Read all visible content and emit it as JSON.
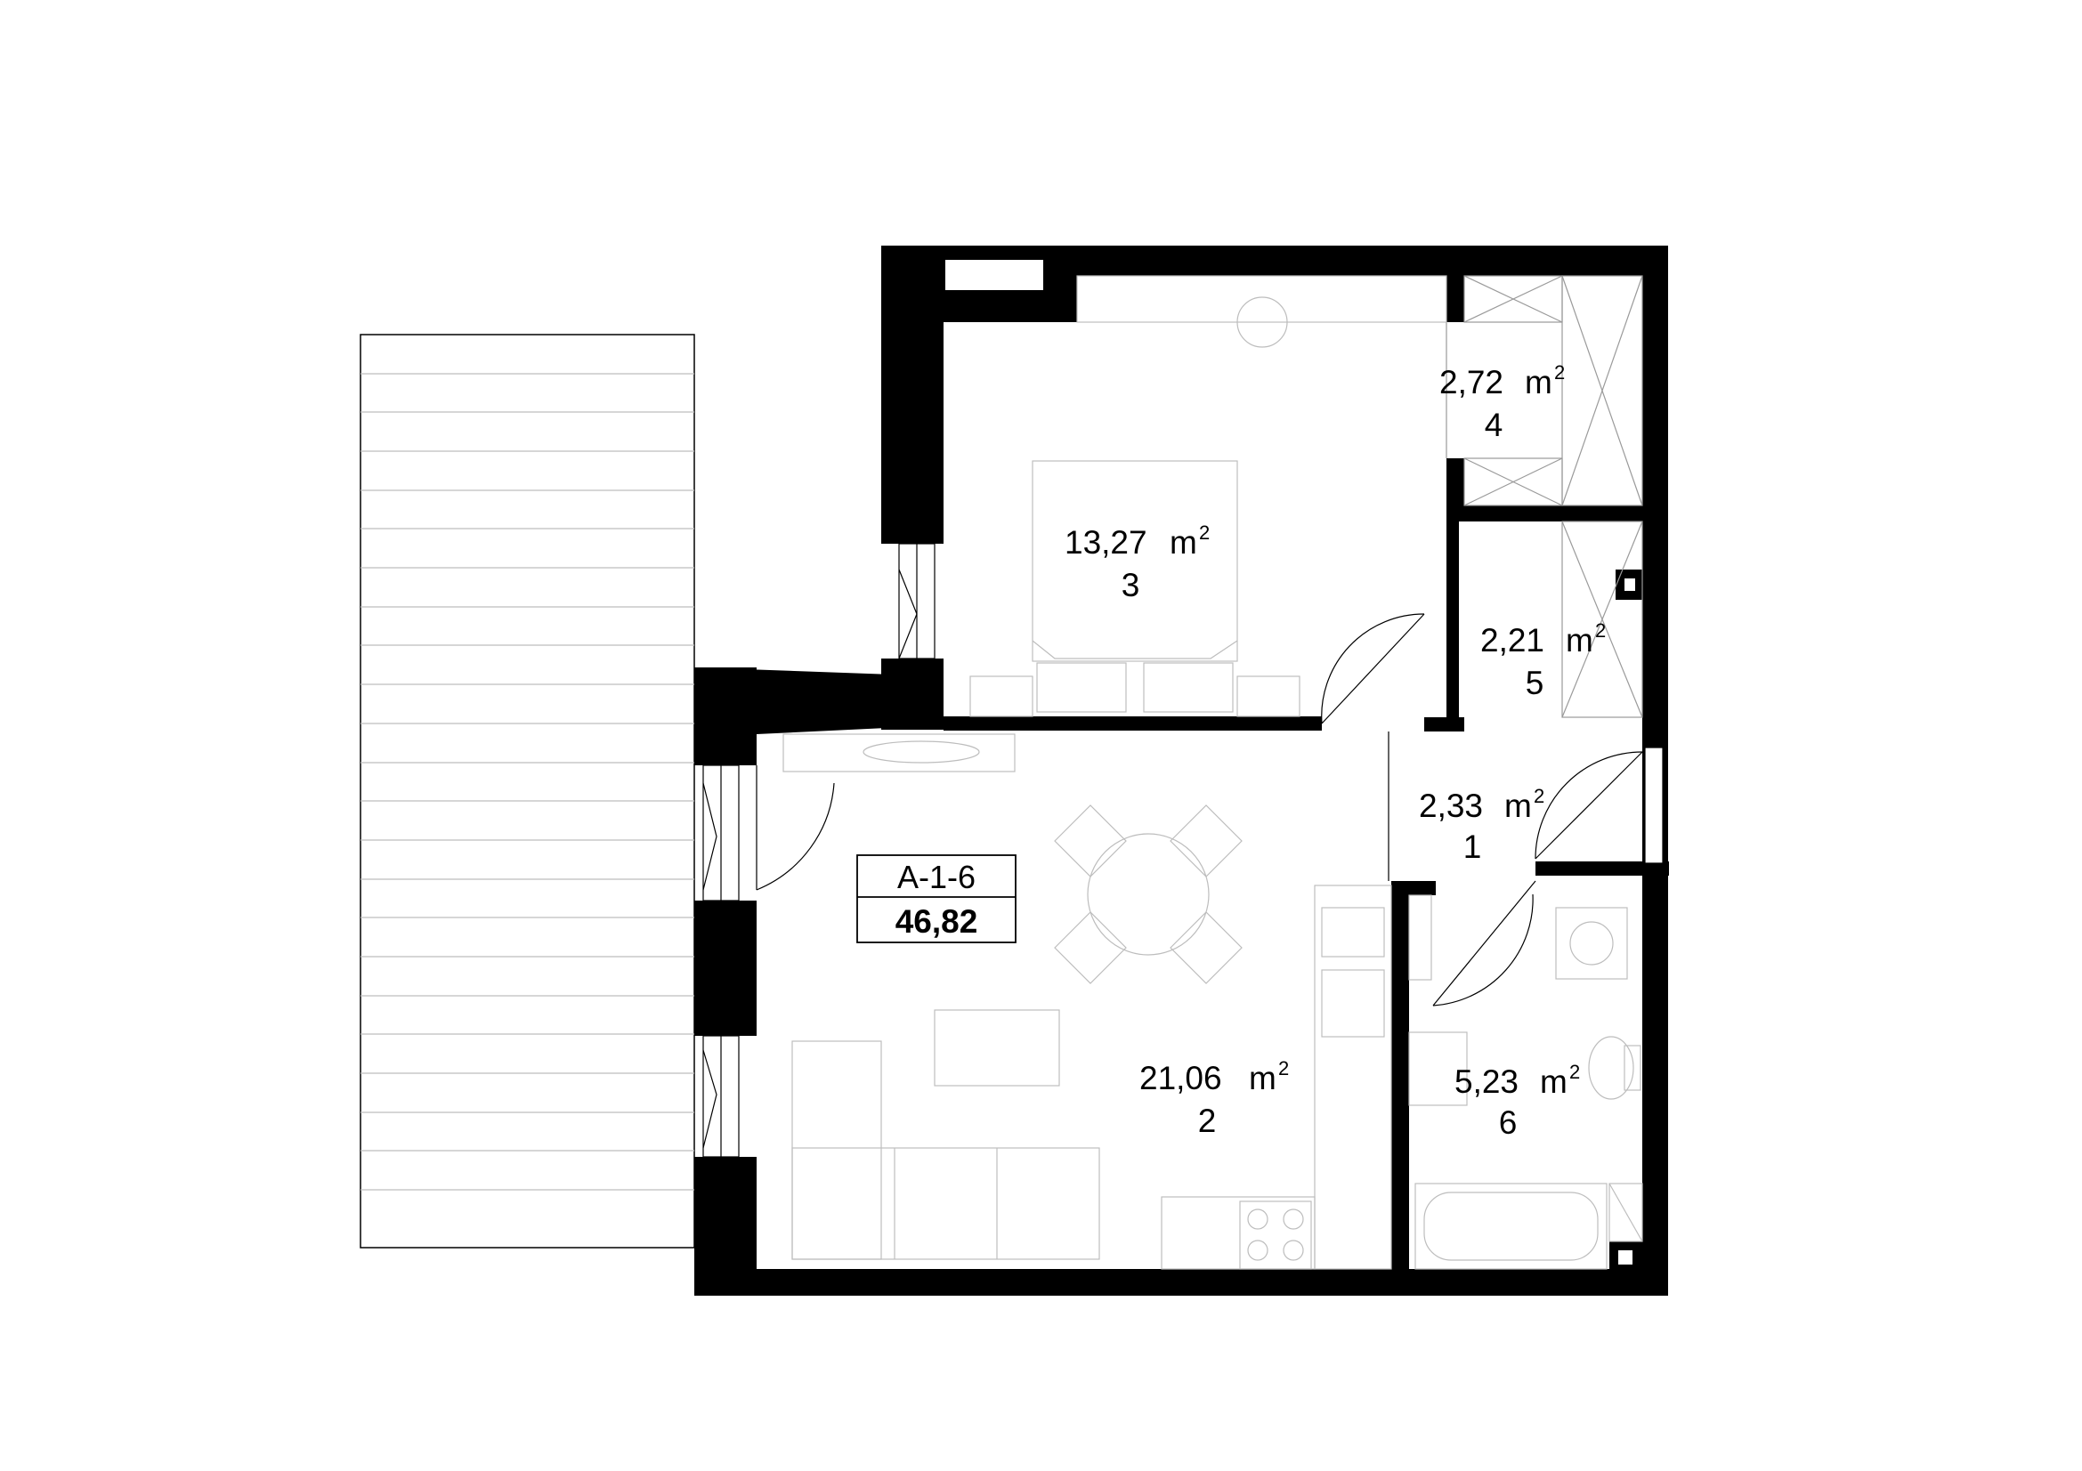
{
  "unit": {
    "code": "A-1-6",
    "total_area": "46,82"
  },
  "rooms": [
    {
      "id": "room-1",
      "area": "2,33",
      "unit_label": "m",
      "sup": "2",
      "number": "1"
    },
    {
      "id": "room-2",
      "area": "21,06",
      "unit_label": "m",
      "sup": "2",
      "number": "2"
    },
    {
      "id": "room-3",
      "area": "13,27",
      "unit_label": "m",
      "sup": "2",
      "number": "3"
    },
    {
      "id": "room-4",
      "area": "2,72",
      "unit_label": "m",
      "sup": "2",
      "number": "4"
    },
    {
      "id": "room-5",
      "area": "2,21",
      "unit_label": "m",
      "sup": "2",
      "number": "5"
    },
    {
      "id": "room-6",
      "area": "5,23",
      "unit_label": "m",
      "sup": "2",
      "number": "6"
    }
  ]
}
